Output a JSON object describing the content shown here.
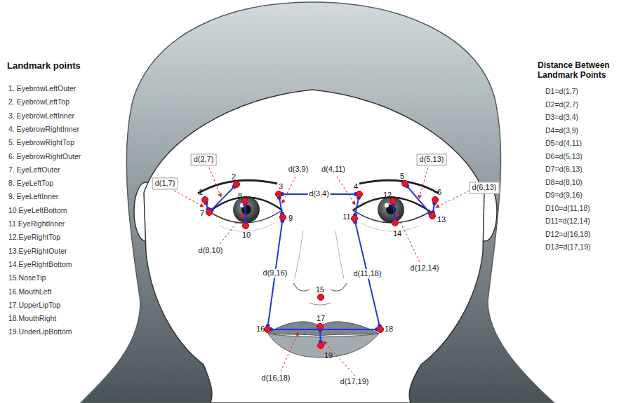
{
  "diagram": {
    "nodes": [
      {
        "text": [
          "1"
        ]
      },
      {
        "text": [
          "2"
        ]
      },
      {
        "text": [
          "3"
        ]
      },
      {
        "text": [
          "4"
        ]
      },
      {
        "text": [
          "5"
        ]
      },
      {
        "text": [
          "6"
        ]
      },
      {
        "text": [
          "7"
        ]
      },
      {
        "text": [
          "8"
        ]
      },
      {
        "text": [
          "9"
        ]
      },
      {
        "text": [
          "10"
        ]
      },
      {
        "text": [
          "11"
        ]
      },
      {
        "text": [
          "12"
        ]
      },
      {
        "text": [
          "13"
        ]
      },
      {
        "text": [
          "14"
        ]
      },
      {
        "text": [
          "15"
        ]
      },
      {
        "text": [
          "16"
        ]
      },
      {
        "text": [
          "17"
        ]
      },
      {
        "text": [
          "18"
        ]
      },
      {
        "text": [
          "19"
        ]
      }
    ],
    "edges": [
      {
        "from": 0,
        "to": 6,
        "arrow": "none"
      },
      {
        "from": 1,
        "to": 6,
        "arrow": "none"
      },
      {
        "from": 2,
        "to": 3,
        "label": "d(3,4)",
        "arrow": "none"
      },
      {
        "from": 2,
        "to": 8,
        "arrow": "none"
      },
      {
        "from": 3,
        "to": 10,
        "arrow": "none"
      },
      {
        "from": 4,
        "to": 12,
        "arrow": "none"
      },
      {
        "from": 5,
        "to": 12,
        "arrow": "none"
      },
      {
        "from": 7,
        "to": 9,
        "arrow": "none"
      },
      {
        "from": 8,
        "to": 15,
        "label": "d(9,16)",
        "arrow": "none"
      },
      {
        "from": 10,
        "to": 17,
        "label": "d(11,18)",
        "arrow": "none"
      },
      {
        "from": 11,
        "to": 13,
        "arrow": "none"
      },
      {
        "from": 15,
        "to": 17,
        "arrow": "none"
      },
      {
        "from": 16,
        "to": 18,
        "arrow": "none"
      }
    ],
    "labels": [
      "Landmark points",
      "1. EyebrowLeftOuter",
      "2. EyebrowLeftTop",
      "3. EyebrowLeftInner",
      "4. EyebrowRightInner",
      "5. EyebrowRightTop",
      "6. EyebrowRightOuter",
      "7. EyeLeftOuter",
      "8. EyeLeftTop",
      "9. EyeLeftInner",
      "10.EyeLeftBottom",
      "11.EyeRightInner",
      "12.EyeRightTop",
      "13.EyeRightOuter",
      "14.EyeRightBottom",
      "15.NoseTip",
      "16.MouthLeft",
      "17.UpperLipTop",
      "18.MouthRight",
      "19.UnderLipBottom",
      "Distance Between Landmark Points",
      "D1=d(1,7)",
      "D2=d(2,7)",
      "D3=d(3,4)",
      "D4=d(3,9)",
      "D5=d(4,11)",
      "D6=d(5,13)",
      "D7=d(6,13)",
      "D8=d(8,10)",
      "D9=d(9,16)",
      "D10=d(11,18)",
      "D11=d(12,14)",
      "D12=d(16,18)",
      "D13=d(17,19)",
      "d(1,7)",
      "d(2,7)",
      "d(3,9)",
      "d(4,11)",
      "d(5,13)",
      "d(6,13)",
      "d(8,10)",
      "d(12,14)",
      "d(16,18)",
      "d(17,19)"
    ]
  }
}
